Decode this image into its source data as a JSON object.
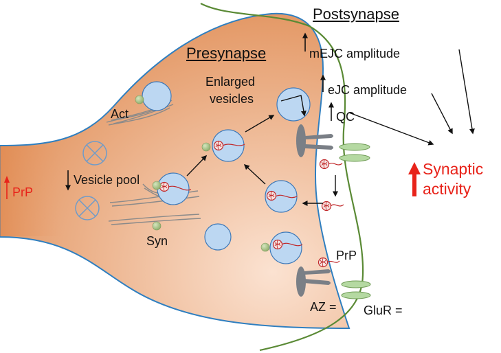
{
  "labels": {
    "postsynapse": "Postsynapse",
    "presynapse": "Presynapse",
    "mejc": "mEJC amplitude",
    "ejc": "eJC amplitude",
    "qc": "QC",
    "enlarged_vesicles_1": "Enlarged",
    "enlarged_vesicles_2": "vesicles",
    "act": "Act",
    "vesicle_pool": "Vesicle pool",
    "syn": "Syn",
    "prp_left": "PrP",
    "prp_label": "PrP",
    "synaptic_1": "Synaptic",
    "synaptic_2": "activity",
    "az_legend": "AZ =",
    "glur_legend": "GluR ="
  },
  "colors": {
    "terminal_dark": "#e08d55",
    "terminal_light": "#fbe2d1",
    "membrane": "#2f7fc0",
    "postsynaptic_membrane": "#5a8a35",
    "vesicle_fill": "#bcd7f2",
    "vesicle_stroke": "#3c78b8",
    "prp_red": "#c0282a",
    "synapsin_green": "#9fbd7c",
    "active_zone": "#7a7f86",
    "glur": "#b5d9a2",
    "highlight_red": "#e8231a"
  },
  "icons": [
    "up-arrow-icon",
    "down-arrow-icon",
    "vesicle-icon",
    "prp-molecule-icon",
    "synapsin-icon",
    "actin-filament-icon",
    "active-zone-icon",
    "glutamate-receptor-icon",
    "depleted-vesicle-icon"
  ]
}
